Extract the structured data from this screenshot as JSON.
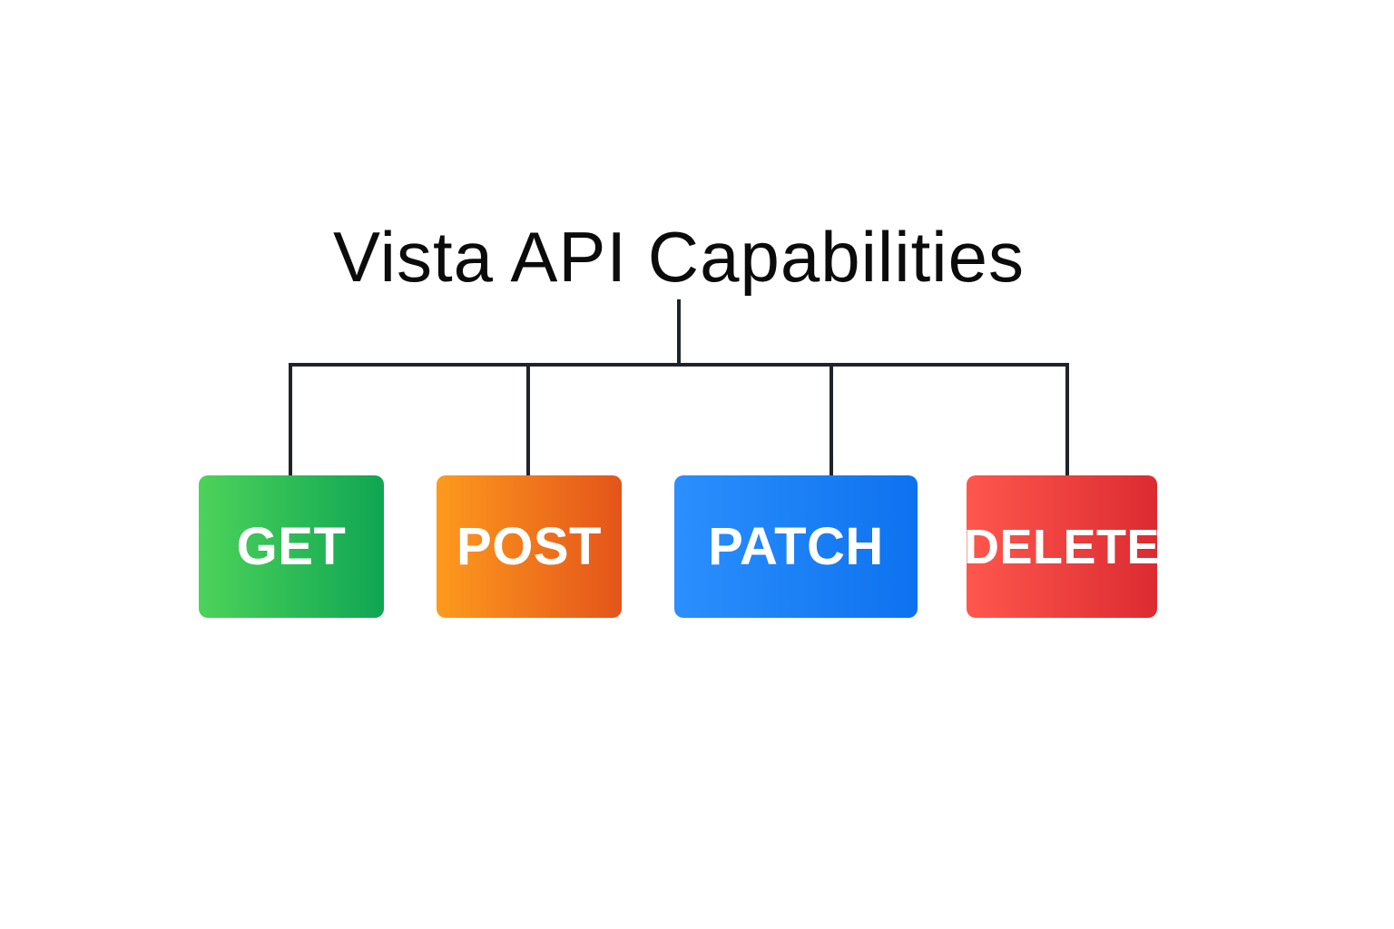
{
  "diagram": {
    "title": "Vista API Capabilities",
    "methods": [
      {
        "label": "GET",
        "color_start": "#4cd35a",
        "color_end": "#0fa552"
      },
      {
        "label": "POST",
        "color_start": "#fd9a1d",
        "color_end": "#e4541a"
      },
      {
        "label": "PATCH",
        "color_start": "#2b8ffd",
        "color_end": "#0d72ef"
      },
      {
        "label": "DELETE",
        "color_start": "#fe574d",
        "color_end": "#dc2b31"
      }
    ],
    "connector_color": "#1f2429"
  }
}
